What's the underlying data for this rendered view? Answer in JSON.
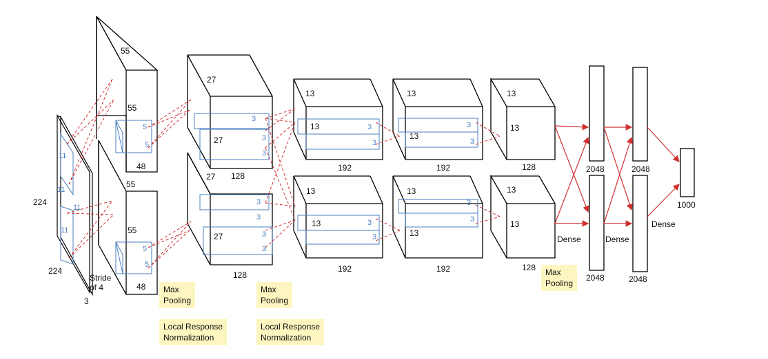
{
  "layer_labels": {
    "input_h": "224",
    "input_w": "224",
    "input_c": "3",
    "stride": "Stride\nof 4",
    "c1_top": "55",
    "c1_mid": "55",
    "c1_depth": "48",
    "c1b_top": "55",
    "c1b_mid": "55",
    "c1b_depth": "48",
    "c2_top": "27",
    "c2_mid": "27",
    "c2_depth": "128",
    "c2b_top": "27",
    "c2b_mid": "27",
    "c2b_depth": "128",
    "c3_top": "13",
    "c3_mid": "13",
    "c3_depth": "192",
    "c3b_top": "13",
    "c3b_mid": "13",
    "c3b_depth": "192",
    "c4_top": "13",
    "c4_mid": "13",
    "c4_depth": "192",
    "c4b_top": "13",
    "c4b_mid": "13",
    "c4b_depth": "192",
    "c5_top": "13",
    "c5_mid": "13",
    "c5_depth": "128",
    "c5b_top": "13",
    "c5b_mid": "13",
    "c5b_depth": "128",
    "fc1_top": "2048",
    "fc1_bot": "2048",
    "fc2_top": "2048",
    "fc2_bot": "2048",
    "out": "1000",
    "dense1": "Dense",
    "dense2": "Dense",
    "dense3": "Dense"
  },
  "kernel_labels": {
    "k11a": "11",
    "k11b": "11",
    "k11c": "11",
    "k11d": "11",
    "k5a": "5",
    "k5b": "5",
    "k5c": "5",
    "k5d": "5",
    "k3": "3"
  },
  "notes": {
    "pool1": "Max\nPooling",
    "lrn1": "Local Response\nNormalization",
    "pool2": "Max\nPooling",
    "lrn2": "Local Response\nNormalization",
    "pool3": "Max\nPooling"
  },
  "colors": {
    "box": "#000000",
    "kernel": "#4a7fc0",
    "dashed": "#d03030",
    "arrow": "#d03030",
    "note_bg": "#fdf6c0"
  }
}
